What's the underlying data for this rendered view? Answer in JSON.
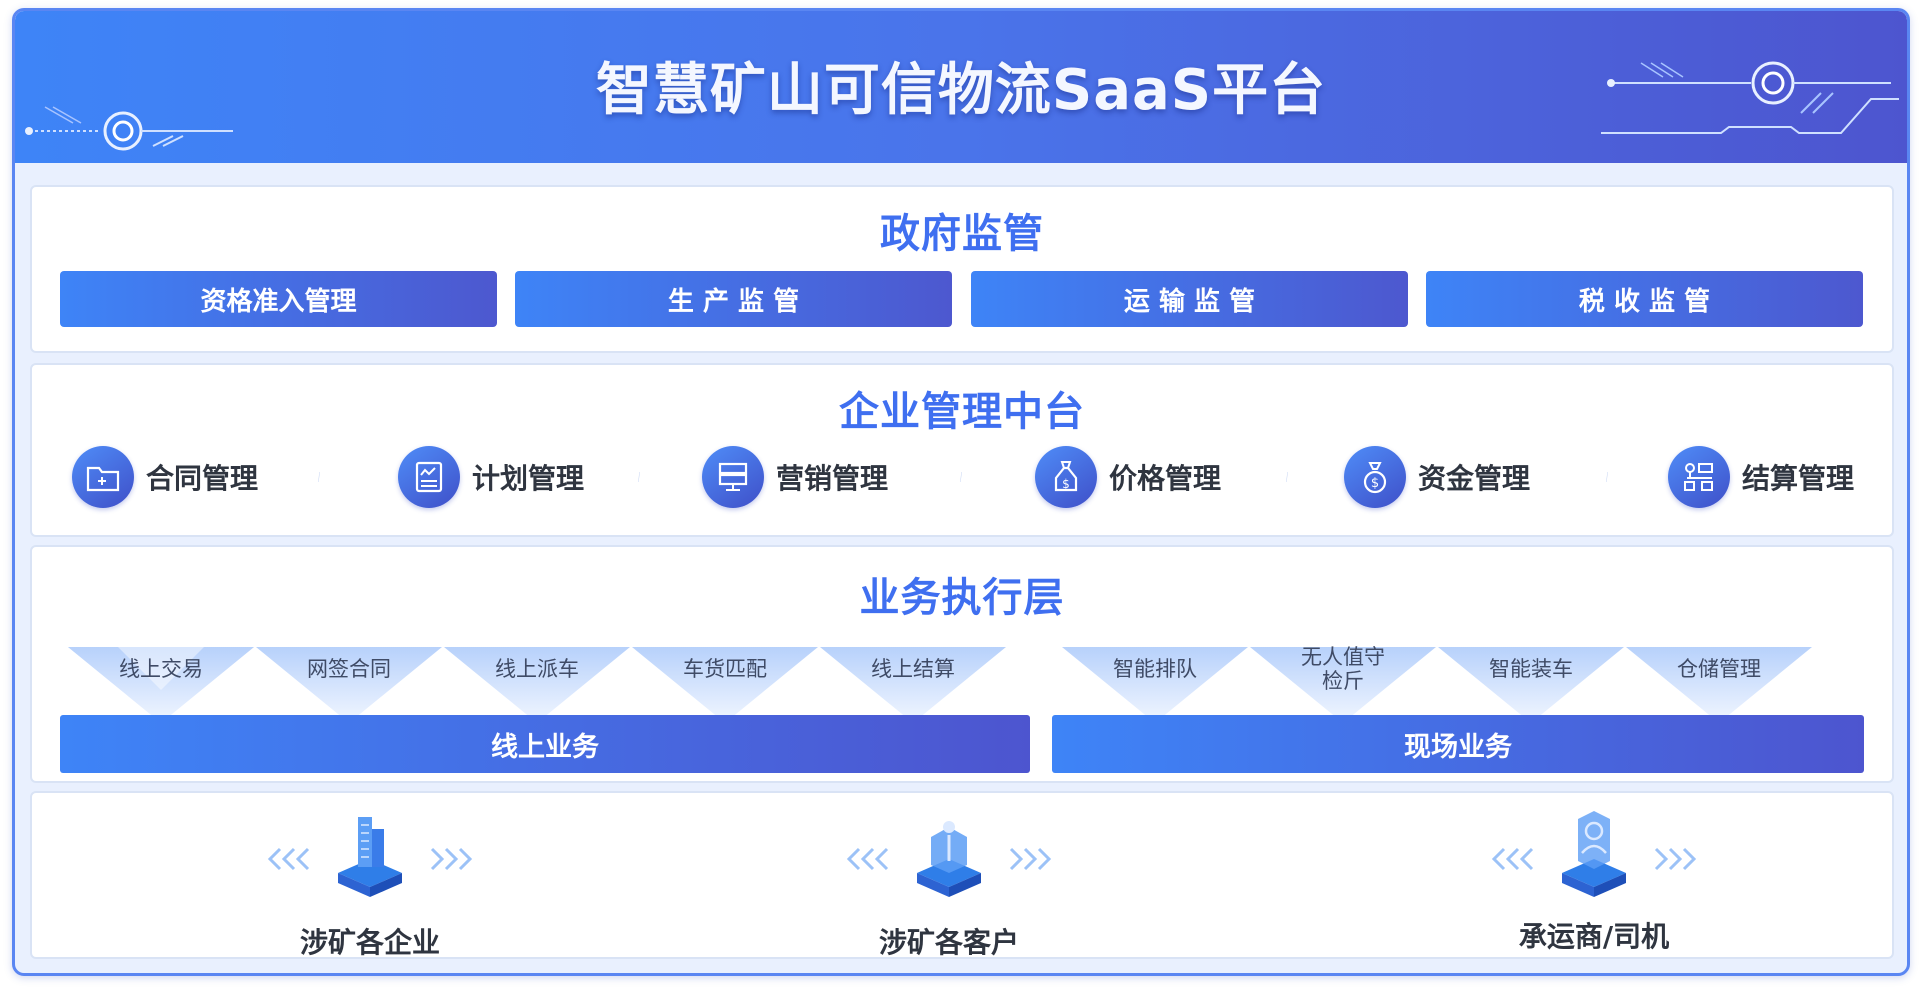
{
  "header": {
    "title": "智慧矿山可信物流SaaS平台"
  },
  "government": {
    "title": "政府监管",
    "items": [
      {
        "label": "资格准入管理"
      },
      {
        "label": "生 产 监 管"
      },
      {
        "label": "运 输 监 管"
      },
      {
        "label": "税 收 监 管"
      }
    ]
  },
  "enterprise": {
    "title": "企业管理中台",
    "items": [
      {
        "label": "合同管理",
        "icon": "contract-folder-icon"
      },
      {
        "label": "计划管理",
        "icon": "plan-document-icon"
      },
      {
        "label": "营销管理",
        "icon": "marketing-server-icon"
      },
      {
        "label": "价格管理",
        "icon": "price-tag-icon"
      },
      {
        "label": "资金管理",
        "icon": "money-bag-icon"
      },
      {
        "label": "结算管理",
        "icon": "settlement-org-icon"
      }
    ]
  },
  "execution": {
    "title": "业务执行层",
    "online": {
      "label": "线上业务",
      "items": [
        "线上交易",
        "网签合同",
        "线上派车",
        "车货匹配",
        "线上结算"
      ]
    },
    "onsite": {
      "label": "现场业务",
      "items": [
        "智能排队",
        "无人值守\n检斤",
        "智能装车",
        "仓储管理"
      ]
    }
  },
  "parties": {
    "items": [
      {
        "label": "涉矿各企业",
        "icon": "enterprise-building-icon"
      },
      {
        "label": "涉矿各客户",
        "icon": "customer-person-icon"
      },
      {
        "label": "承运商/司机",
        "icon": "driver-carrier-icon"
      }
    ]
  },
  "colors": {
    "accent": "#3f6ff0",
    "gradient_start": "#3e84f7",
    "gradient_end": "#4d55cf",
    "chevron": "#b7d1fb"
  }
}
